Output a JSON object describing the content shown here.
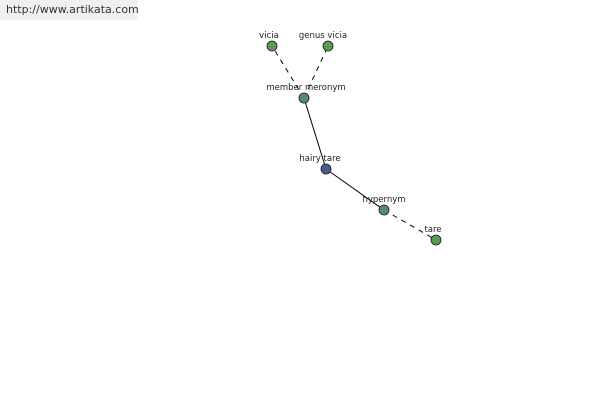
{
  "source_link": "http://www.artikata.com",
  "colors": {
    "center_node": "#4b5a93",
    "relation_node": "#4d8a88",
    "word_node": "#5a9a52",
    "edge": "#000000"
  },
  "graph": {
    "nodes": [
      {
        "id": "hairy-tare",
        "label": "hairy tare",
        "kind": "center"
      },
      {
        "id": "member-meronym",
        "label": "member meronym",
        "kind": "relation"
      },
      {
        "id": "hypernym",
        "label": "hypernym",
        "kind": "relation"
      },
      {
        "id": "vicia",
        "label": "vicia",
        "kind": "word"
      },
      {
        "id": "genus-vicia",
        "label": "genus vicia",
        "kind": "word"
      },
      {
        "id": "tare",
        "label": "tare",
        "kind": "word"
      }
    ],
    "edges": [
      {
        "from": "hairy-tare",
        "to": "member-meronym",
        "style": "solid"
      },
      {
        "from": "hairy-tare",
        "to": "hypernym",
        "style": "solid"
      },
      {
        "from": "member-meronym",
        "to": "vicia",
        "style": "dashed"
      },
      {
        "from": "member-meronym",
        "to": "genus-vicia",
        "style": "dashed"
      },
      {
        "from": "hypernym",
        "to": "tare",
        "style": "dashed"
      }
    ]
  }
}
